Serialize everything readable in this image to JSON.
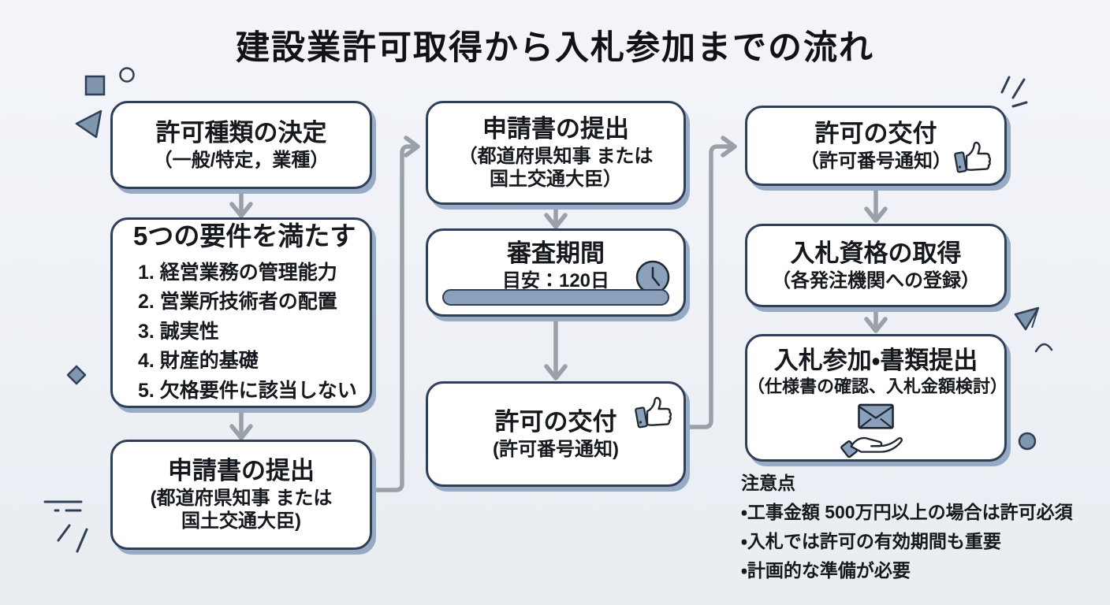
{
  "title": "建設業許可取得から入札参加までの流れ",
  "steps": {
    "decide_type": {
      "title": "許可種類の決定",
      "subtitle": "（一般/特定，業種）"
    },
    "requirements": {
      "title": "5つの要件を満たす",
      "items": [
        "1. 経営業務の管理能力",
        "2. 営業所技術者の配置",
        "3. 誠実性",
        "4. 財産的基礎",
        "5. 欠格要件に該当しない"
      ]
    },
    "submit_left": {
      "title": "申請書の提出",
      "subtitle1": "(都道府県知事 または",
      "subtitle2": "国土交通大臣)"
    },
    "submit_mid": {
      "title": "申請書の提出",
      "subtitle1": "（都道府県知事 または",
      "subtitle2": "国土交通大臣）"
    },
    "review": {
      "title": "審査期間",
      "subtitle": "目安：120日"
    },
    "grant_mid": {
      "title": "許可の交付",
      "subtitle": "(許可番号通知)"
    },
    "grant_right": {
      "title": "許可の交付",
      "subtitle": "（許可番号通知）"
    },
    "qualification": {
      "title": "入札資格の取得",
      "subtitle": "（各発注機関への登録）"
    },
    "participation": {
      "title": "入札参加・書類提出",
      "subtitle": "（仕様書の確認、入札金額検討）"
    }
  },
  "notes": {
    "heading": "注意点",
    "items": [
      "・工事金額 500万円以上の場合は許可必須",
      "・入札では許可の有効期間も重要",
      "・計画的な準備が必要"
    ]
  },
  "icons": {
    "clock": "clock-icon",
    "thumbs_up": "thumbs-up-icon",
    "envelope_hand": "envelope-in-hand-icon"
  },
  "colors": {
    "background": "#eef1f5",
    "box_border": "#2e3f57",
    "box_shadow": "#97abc4",
    "shape_fill": "#8096ad",
    "arrow": "#9aa0a8",
    "progress_bar": "#8aa0bb",
    "text": "#15181d"
  }
}
